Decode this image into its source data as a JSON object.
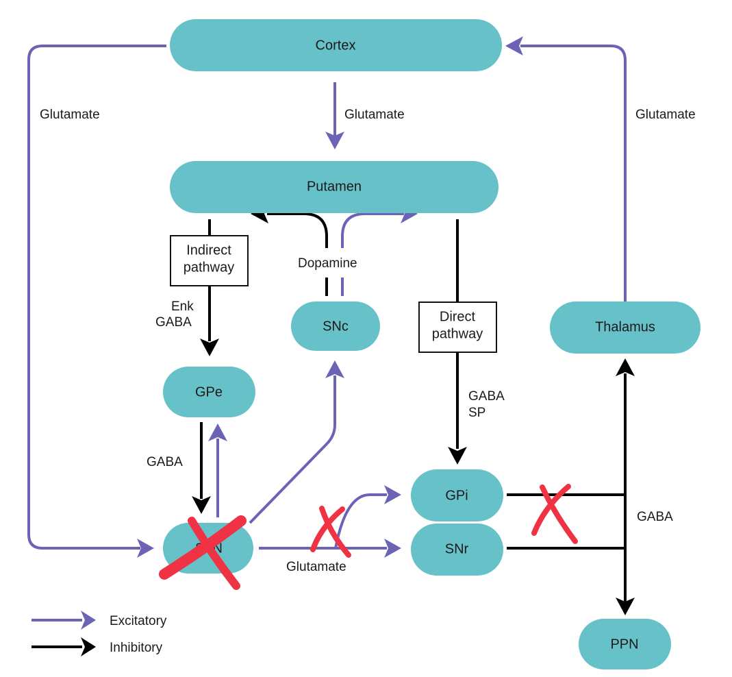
{
  "nodes": {
    "cortex": "Cortex",
    "putamen": "Putamen",
    "snc": "SNc",
    "gpe": "GPe",
    "stn": "STN",
    "gpi": "GPi",
    "snr": "SNr",
    "thalamus": "Thalamus",
    "ppn": "PPN"
  },
  "boxes": {
    "indirect_line1": "Indirect",
    "indirect_line2": "pathway",
    "direct_line1": "Direct",
    "direct_line2": "pathway"
  },
  "labels": {
    "glutamate_left": "Glutamate",
    "glutamate_center": "Glutamate",
    "glutamate_right": "Glutamate",
    "dopamine": "Dopamine",
    "enk": "Enk",
    "gaba_indirect": "GABA",
    "gaba_gpe_stn": "GABA",
    "gaba_direct": "GABA",
    "sp_direct": "SP",
    "gaba_output": "GABA",
    "glutamate_stn": "Glutamate"
  },
  "legend": {
    "excitatory": "Excitatory",
    "inhibitory": "Inhibitory"
  },
  "colors": {
    "node": "#67c1c8",
    "excitatory": "#6b63b5",
    "inhibitory": "#000000",
    "lesion_mark": "#f03245"
  }
}
